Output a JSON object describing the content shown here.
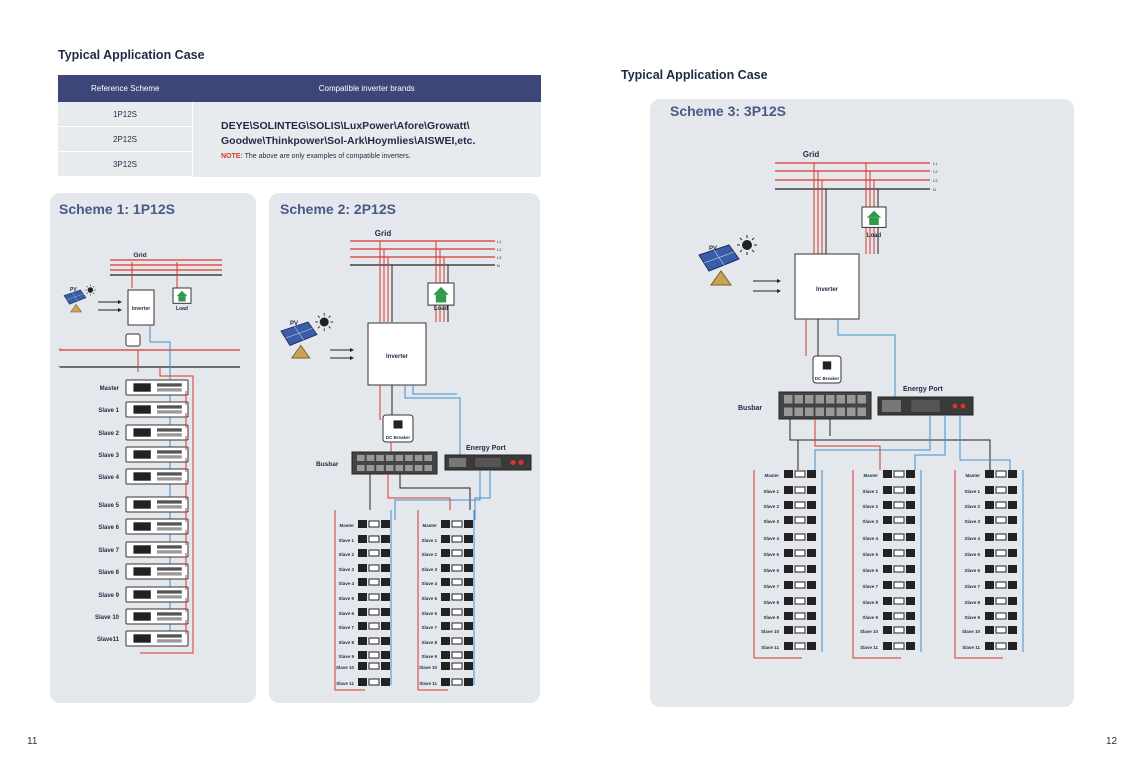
{
  "left_page": {
    "heading": "Typical Application Case",
    "table": {
      "col_scheme": "Reference Scheme",
      "col_brands": "Compatible inverter brands",
      "schemes": [
        "1P12S",
        "2P12S",
        "3P12S"
      ],
      "brands_line1": "DEYE\\SOLINTEG\\SOLIS\\LuxPower\\Afore\\Growatt\\",
      "brands_line2": "Goodwe\\Thinkpower\\Sol-Ark\\Hoymlies\\AISWEI,etc.",
      "note_label": "NOTE:",
      "note_text": " The above are only examples of compatible inverters."
    },
    "page_number": "11"
  },
  "right_page": {
    "heading": "Typical Application Case",
    "page_number": "12"
  },
  "scheme1": {
    "title": "Scheme 1: 1P12S",
    "grid": "Grid",
    "pv": "PV",
    "inverter": "Inverter",
    "load": "Load",
    "plus": "+",
    "minus": "-",
    "batteries": [
      "Master",
      "Slave 1",
      "Slave 2",
      "Slave 3",
      "Slave 4",
      "Slave 5",
      "Slave 6",
      "Slave 7",
      "Slave 8",
      "Slave 9",
      "Slave 10",
      "Slave11"
    ]
  },
  "scheme2": {
    "title": "Scheme 2: 2P12S",
    "grid": "Grid",
    "pv": "PV",
    "inverter": "Inverter",
    "load": "Load",
    "dc_breaker": "DC Breaker",
    "busbar": "Busbar",
    "energy_port": "Energy Port",
    "lines": [
      "L1",
      "L2",
      "L3",
      "N"
    ],
    "col1": [
      "Master",
      "Slave 1",
      "Slave 2",
      "Slave 3",
      "Slave 4",
      "Slave 5",
      "Slave 6",
      "Slave 7",
      "Slave 8",
      "Slave 9",
      "Slave 10",
      "Slave 11"
    ],
    "col2": [
      "Master",
      "Slave 1",
      "Slave 2",
      "Slave 3",
      "Slave 4",
      "Slave 5",
      "Slave 6",
      "Slave 7",
      "Slave 8",
      "Slave 9",
      "Slave 10",
      "Slave 11"
    ]
  },
  "scheme3": {
    "title": "Scheme 3: 3P12S",
    "grid": "Grid",
    "pv": "PV",
    "inverter": "Inverter",
    "load": "Load",
    "dc_breaker": "DC Breaker",
    "busbar": "Busbar",
    "energy_port": "Energy Port",
    "lines": [
      "L1",
      "L2",
      "L3",
      "N"
    ],
    "col1": [
      "Master",
      "Slave 1",
      "Slave 2",
      "Slave 3",
      "Slave 4",
      "Slave 5",
      "Slave 6",
      "Slave 7",
      "Slave 8",
      "Slave 9",
      "Slave 10",
      "Slave 11"
    ],
    "col2": [
      "Master",
      "Slave 1",
      "Slave 2",
      "Slave 3",
      "Slave 4",
      "Slave 5",
      "Slave 6",
      "Slave 7",
      "Slave 8",
      "Slave 9",
      "Slave 10",
      "Slave 11"
    ],
    "col3": [
      "Master",
      "Slave 1",
      "Slave 2",
      "Slave 3",
      "Slave 4",
      "Slave 5",
      "Slave 6",
      "Slave 7",
      "Slave 8",
      "Slave 9",
      "Slave 10",
      "Slave 11"
    ]
  },
  "colors": {
    "header_bg": "#3c4679",
    "panel_bg": "#e4e8ec",
    "red_wire": "#d9362b",
    "blue_wire": "#3f8fd1",
    "title_blue": "#48598a"
  }
}
